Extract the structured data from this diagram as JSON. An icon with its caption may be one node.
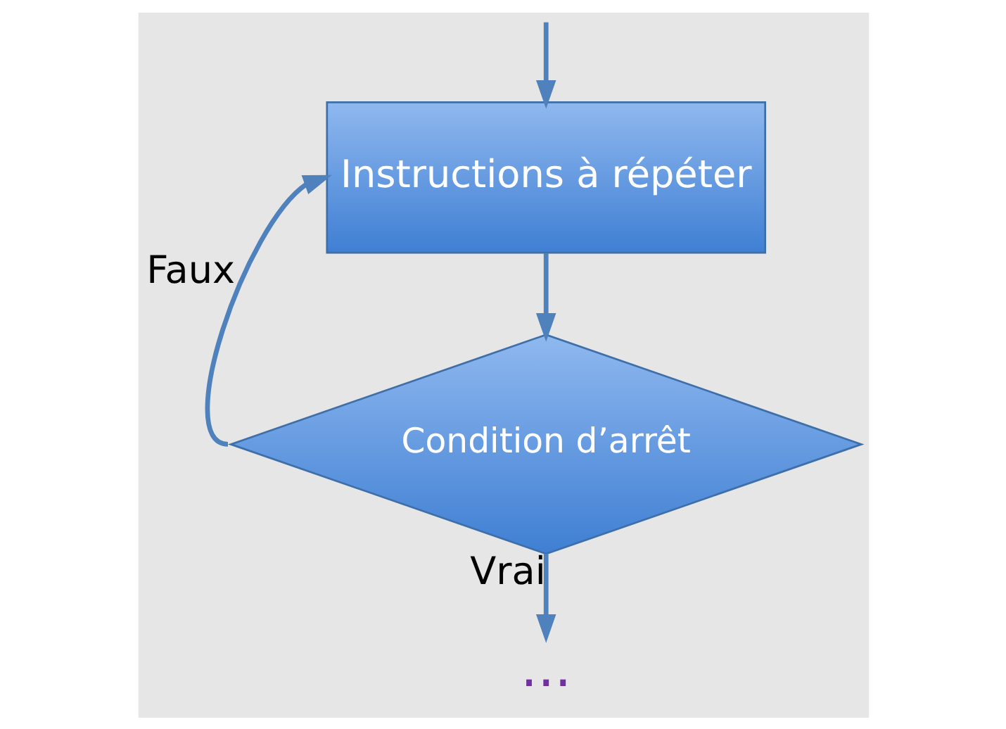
{
  "diagram": {
    "nodes": [
      {
        "text": [
          "Instructions à répéter"
        ]
      },
      {
        "text": [
          "Condition d’arrêt"
        ]
      },
      {
        "text": [
          "..."
        ]
      }
    ],
    "edges": [
      {
        "from": null,
        "to": 0,
        "arrow": "to"
      },
      {
        "from": 0,
        "to": 1,
        "arrow": "to"
      },
      {
        "from": 1,
        "to": 2,
        "arrow": "to",
        "label": "Vrai"
      },
      {
        "from": 1,
        "to": 0,
        "arrow": "to",
        "label": "Faux"
      }
    ]
  }
}
